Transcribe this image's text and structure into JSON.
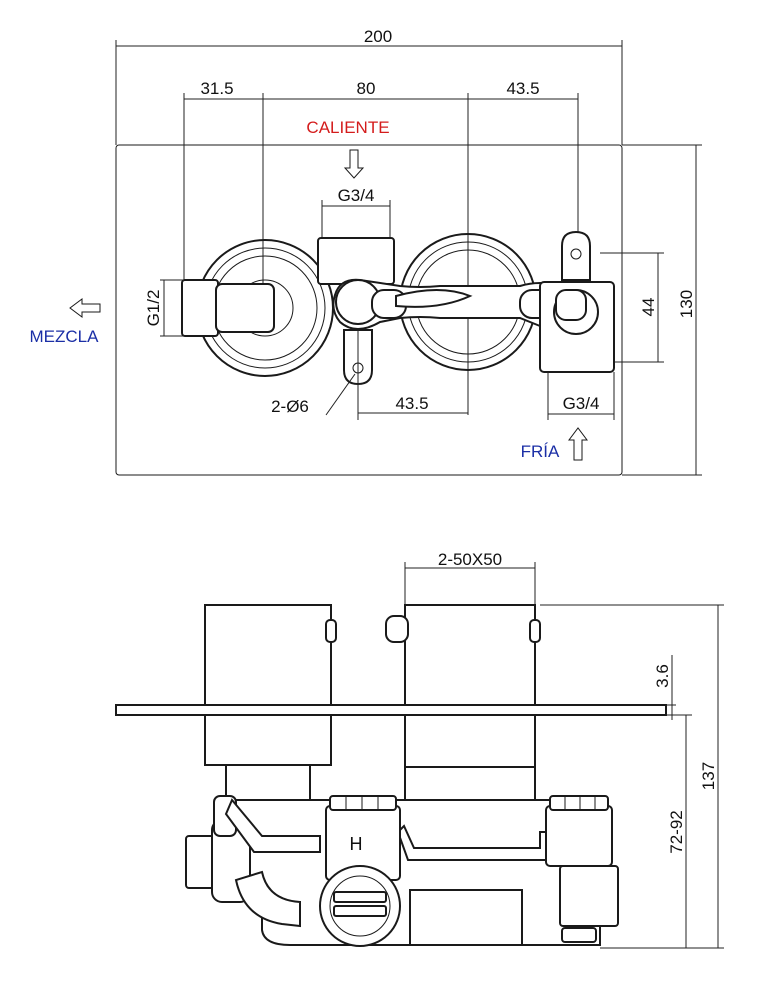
{
  "top_view": {
    "width_label": "200",
    "left_offset_label": "31.5",
    "center_spacing_label": "80",
    "right_offset_label": "43.5",
    "height_label": "130",
    "port_spacing_label": "44",
    "lower_spacing_label": "43.5",
    "hole_label": "2-Ø6",
    "inlet_hot_label": "CALIENTE",
    "inlet_hot_thread": "G3/4",
    "inlet_cold_label": "FRÍA",
    "inlet_cold_thread": "G3/4",
    "outlet_label": "MEZCLA",
    "outlet_thread": "G1/2",
    "colors": {
      "hot": "#d41c1c",
      "cold": "#1b2fa6",
      "lines": "#1a1a1a"
    }
  },
  "side_view": {
    "knob_label": "2-50X50",
    "plate_label": "3.6",
    "depth_label": "72-92",
    "total_label": "137",
    "hot_mark": "H"
  }
}
